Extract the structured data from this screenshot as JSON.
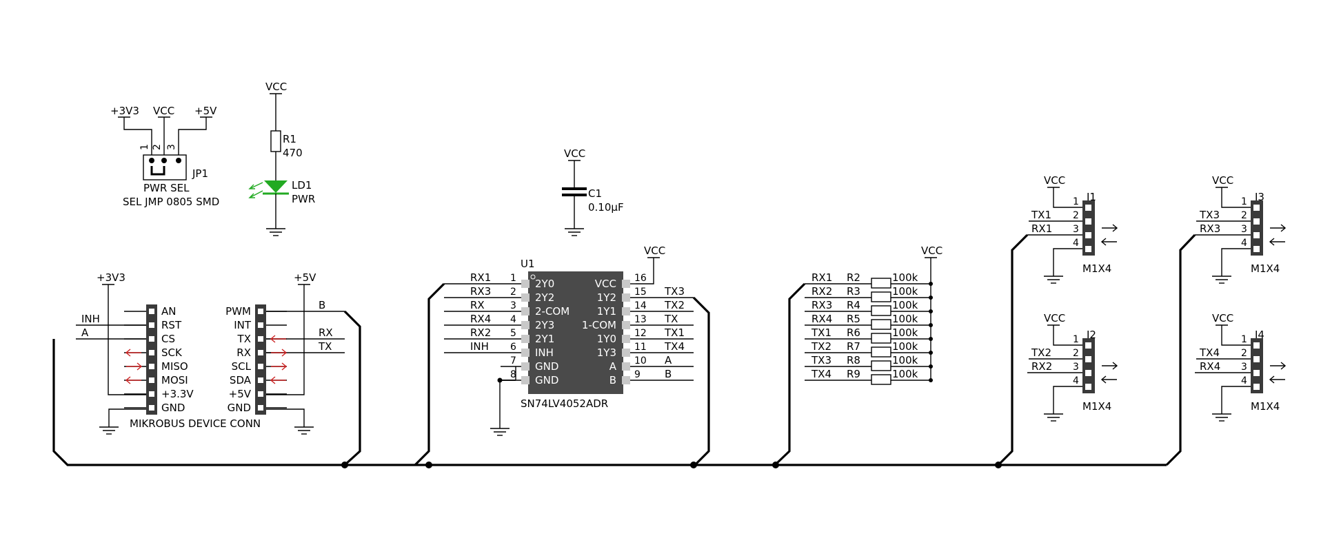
{
  "colors": {
    "wire": "#000000",
    "chip": "#4a4a4a",
    "pad": "#c8c8c8",
    "header": "#3a3a3a",
    "led": "#22aa22",
    "arrow_red": "#cc2222"
  },
  "jp1": {
    "rails": [
      "+3V3",
      "VCC",
      "+5V"
    ],
    "pin_numbers": [
      "1",
      "2",
      "3"
    ],
    "ref": "JP1",
    "name": "PWR SEL",
    "value": "SEL JMP 0805 SMD"
  },
  "led": {
    "vcc": "VCC",
    "r_ref": "R1",
    "r_value": "470",
    "ref": "LD1",
    "label": "PWR"
  },
  "cap": {
    "vcc": "VCC",
    "ref": "C1",
    "value": "0.10µF"
  },
  "mikrobus": {
    "rail_left": "+3V3",
    "rail_right": "+5V",
    "left_pins": [
      "AN",
      "RST",
      "CS",
      "SCK",
      "MISO",
      "MOSI",
      "+3.3V",
      "GND"
    ],
    "right_pins": [
      "PWM",
      "INT",
      "TX",
      "RX",
      "SCL",
      "SDA",
      "+5V",
      "GND"
    ],
    "net_inh": "INH",
    "net_a": "A",
    "net_b": "B",
    "net_rx": "RX",
    "net_tx": "TX",
    "title": "MIKROBUS DEVICE CONN"
  },
  "u1": {
    "ref": "U1",
    "vcc": "VCC",
    "part": "SN74LV4052ADR",
    "left": [
      {
        "net": "RX1",
        "num": "1",
        "name": "2Y0"
      },
      {
        "net": "RX3",
        "num": "2",
        "name": "2Y2"
      },
      {
        "net": "RX",
        "num": "3",
        "name": "2-COM"
      },
      {
        "net": "RX4",
        "num": "4",
        "name": "2Y3"
      },
      {
        "net": "RX2",
        "num": "5",
        "name": "2Y1"
      },
      {
        "net": "INH",
        "num": "6",
        "name": "INH"
      },
      {
        "net": "",
        "num": "7",
        "name": "GND"
      },
      {
        "net": "",
        "num": "8",
        "name": "GND"
      }
    ],
    "right": [
      {
        "net": "",
        "num": "16",
        "name": "VCC"
      },
      {
        "net": "TX3",
        "num": "15",
        "name": "1Y2"
      },
      {
        "net": "TX2",
        "num": "14",
        "name": "1Y1"
      },
      {
        "net": "TX",
        "num": "13",
        "name": "1-COM"
      },
      {
        "net": "TX1",
        "num": "12",
        "name": "1Y0"
      },
      {
        "net": "TX4",
        "num": "11",
        "name": "1Y3"
      },
      {
        "net": "A",
        "num": "10",
        "name": "A"
      },
      {
        "net": "B",
        "num": "9",
        "name": "B"
      }
    ]
  },
  "pullups": {
    "vcc": "VCC",
    "rows": [
      {
        "net": "RX1",
        "ref": "R2",
        "value": "100k"
      },
      {
        "net": "RX2",
        "ref": "R3",
        "value": "100k"
      },
      {
        "net": "RX3",
        "ref": "R4",
        "value": "100k"
      },
      {
        "net": "RX4",
        "ref": "R5",
        "value": "100k"
      },
      {
        "net": "TX1",
        "ref": "R6",
        "value": "100k"
      },
      {
        "net": "TX2",
        "ref": "R7",
        "value": "100k"
      },
      {
        "net": "TX3",
        "ref": "R8",
        "value": "100k"
      },
      {
        "net": "TX4",
        "ref": "R9",
        "value": "100k"
      }
    ]
  },
  "headers": [
    {
      "ref": "J1",
      "vcc": "VCC",
      "tx": "TX1",
      "rx": "RX1",
      "pins": [
        "1",
        "2",
        "3",
        "4"
      ],
      "type": "M1X4"
    },
    {
      "ref": "J2",
      "vcc": "VCC",
      "tx": "TX2",
      "rx": "RX2",
      "pins": [
        "1",
        "2",
        "3",
        "4"
      ],
      "type": "M1X4"
    },
    {
      "ref": "J3",
      "vcc": "VCC",
      "tx": "TX3",
      "rx": "RX3",
      "pins": [
        "1",
        "2",
        "3",
        "4"
      ],
      "type": "M1X4"
    },
    {
      "ref": "J4",
      "vcc": "VCC",
      "tx": "TX4",
      "rx": "RX4",
      "pins": [
        "1",
        "2",
        "3",
        "4"
      ],
      "type": "M1X4"
    }
  ]
}
